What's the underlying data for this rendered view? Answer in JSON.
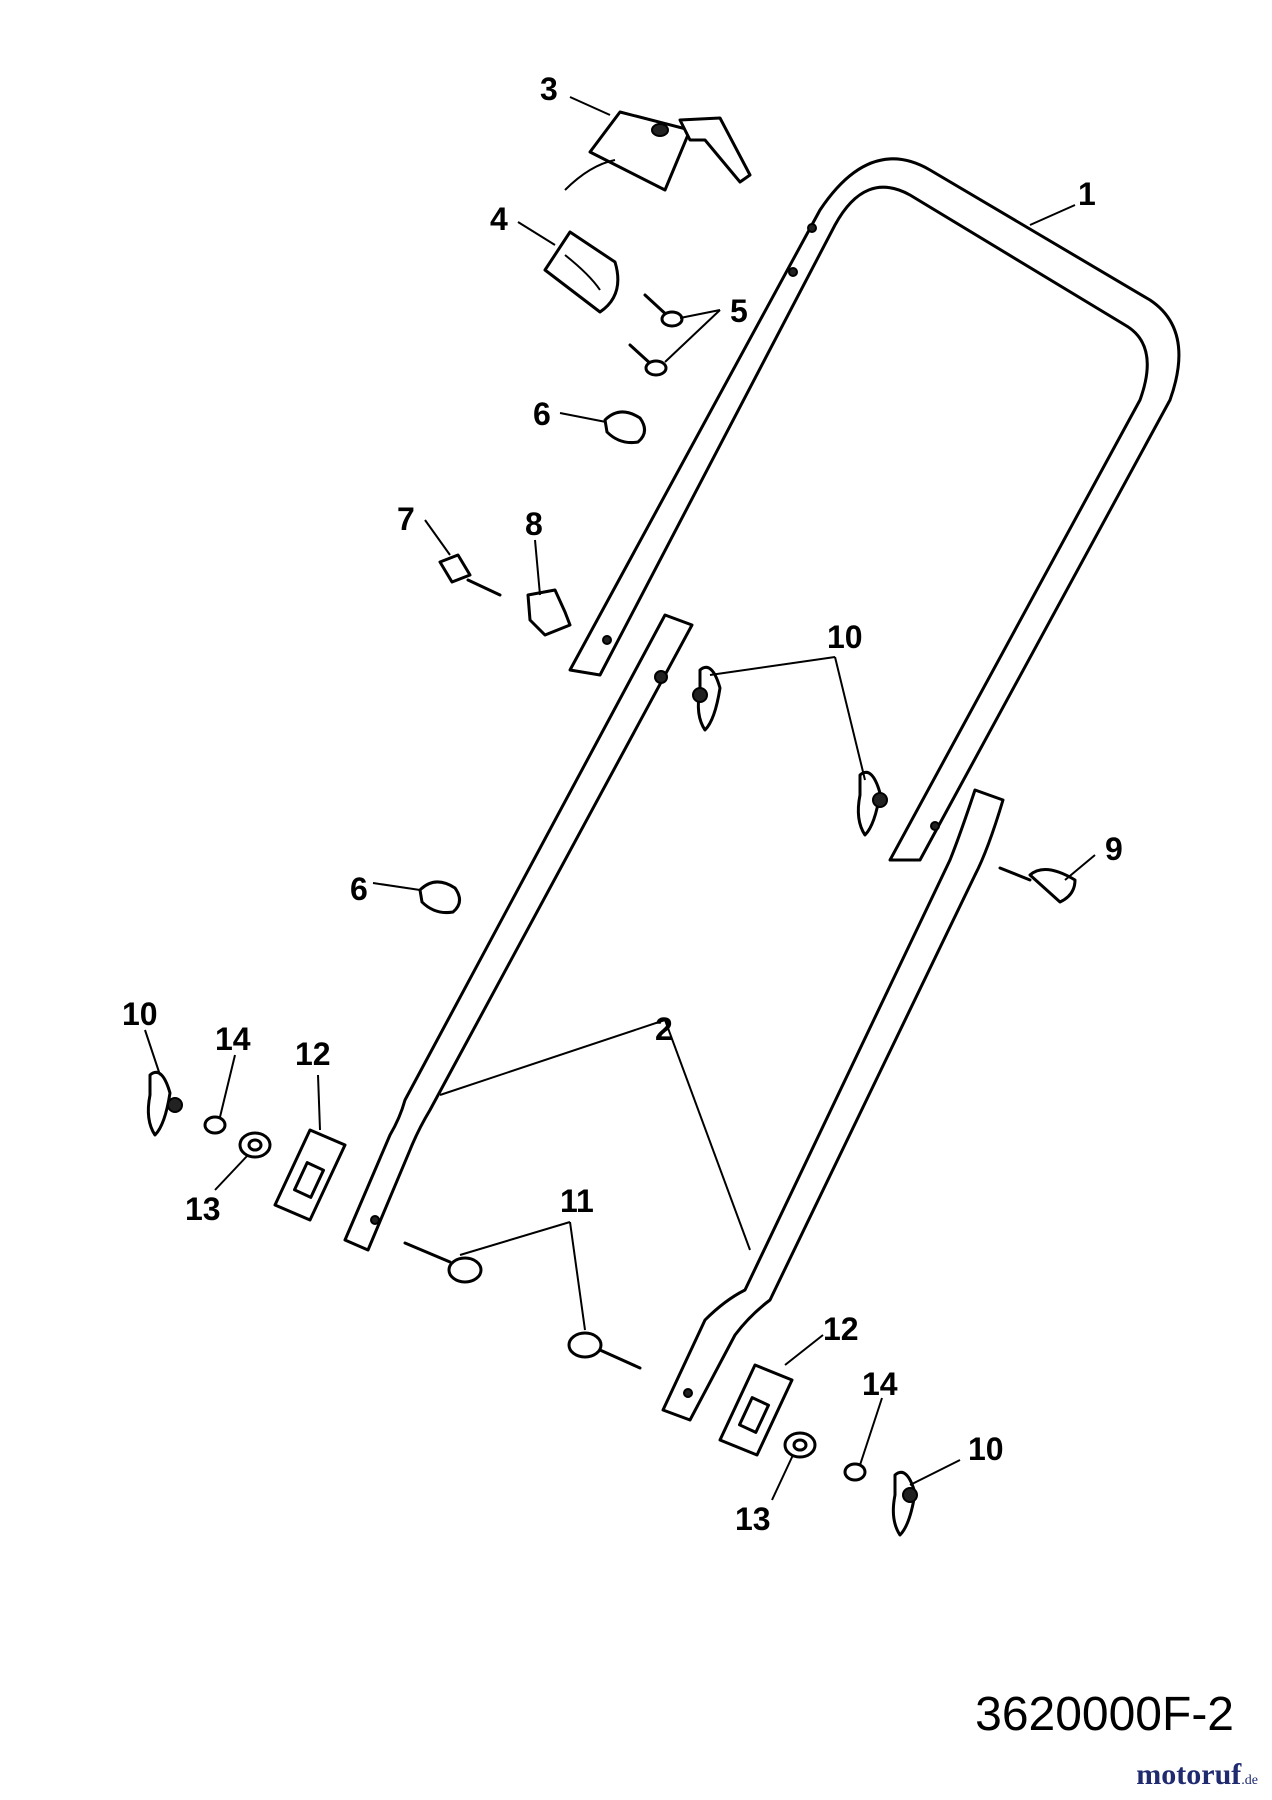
{
  "callouts": [
    {
      "id": "c1",
      "label": "1"
    },
    {
      "id": "c2",
      "label": "2"
    },
    {
      "id": "c3",
      "label": "3"
    },
    {
      "id": "c4",
      "label": "4"
    },
    {
      "id": "c5",
      "label": "5"
    },
    {
      "id": "c6a",
      "label": "6"
    },
    {
      "id": "c6b",
      "label": "6"
    },
    {
      "id": "c7",
      "label": "7"
    },
    {
      "id": "c8",
      "label": "8"
    },
    {
      "id": "c9",
      "label": "9"
    },
    {
      "id": "c10a",
      "label": "10"
    },
    {
      "id": "c10b",
      "label": "10"
    },
    {
      "id": "c10c",
      "label": "10"
    },
    {
      "id": "c11",
      "label": "11"
    },
    {
      "id": "c12a",
      "label": "12"
    },
    {
      "id": "c12b",
      "label": "12"
    },
    {
      "id": "c13a",
      "label": "13"
    },
    {
      "id": "c13b",
      "label": "13"
    },
    {
      "id": "c14a",
      "label": "14"
    },
    {
      "id": "c14b",
      "label": "14"
    }
  ],
  "drawing_number": "3620000F-2",
  "watermark": {
    "brand": "motoruf",
    "tld": ".de",
    "colors": [
      "#c0392b",
      "#2e86c1",
      "#27ae60",
      "#f39c12"
    ]
  }
}
